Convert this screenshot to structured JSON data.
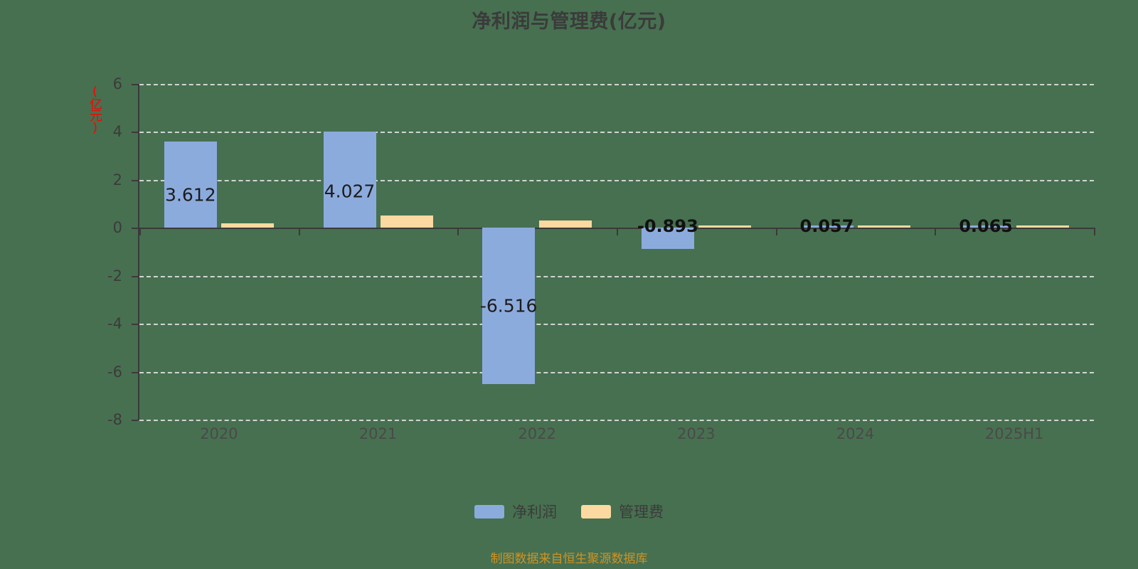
{
  "chart_data": {
    "type": "bar",
    "title": "净利润与管理费(亿元)",
    "xlabel": "",
    "ylabel": "(亿元)",
    "ylim": [
      -8,
      6
    ],
    "yticks": [
      6,
      4,
      2,
      0,
      -2,
      -4,
      -6,
      -8
    ],
    "ytick_labels": [
      "6",
      "4",
      "2",
      "0",
      "-2",
      "-4",
      "-6",
      "-8"
    ],
    "grid": true,
    "legend_position": "bottom",
    "categories": [
      "2020",
      "2021",
      "2022",
      "2023",
      "2024",
      "2025H1"
    ],
    "series": [
      {
        "name": "净利润",
        "color": "#8cabdd",
        "values": [
          3.612,
          4.027,
          -6.516,
          -0.893,
          0.057,
          0.065
        ],
        "labels": [
          "3.612",
          "4.027",
          "-6.516",
          "-0.893",
          "0.057",
          "0.065"
        ]
      },
      {
        "name": "管理费",
        "color": "#fcd9a0",
        "values": [
          0.19,
          0.5,
          0.3,
          0.11,
          0.06,
          0.05
        ],
        "labels": [
          "",
          "",
          "",
          "",
          "",
          ""
        ]
      }
    ]
  },
  "footer": {
    "note": "制图数据来自恒生聚源数据库"
  },
  "colors": {
    "background": "#477050",
    "profit": "#8cabdd",
    "expense": "#fcd9a0",
    "axis": "#3a3a3a",
    "grid": "#e8e8e8",
    "title": "#3b3b3b",
    "ylabel": "#ff0000",
    "footer": "#cf9324"
  }
}
